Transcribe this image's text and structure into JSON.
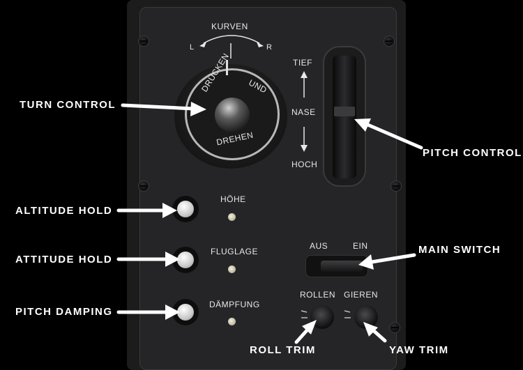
{
  "panel": {
    "kurven": "KURVEN",
    "left": "L",
    "right": "R",
    "knob_top": "DRÜCKEN",
    "knob_und": "UND",
    "knob_bottom": "DREHEN",
    "tief": "TIEF",
    "nase": "NASE",
    "hoch": "HOCH",
    "hoehe": "HÖHE",
    "fluglage": "FLUGLAGE",
    "daempfung": "DÄMPFUNG",
    "aus": "AUS",
    "ein": "EIN",
    "rollen": "ROLLEN",
    "gieren": "GIEREN"
  },
  "callouts": {
    "turn_control": "TURN CONTROL",
    "pitch_control": "PITCH CONTROL",
    "altitude_hold": "ALTITUDE HOLD",
    "attitude_hold": "ATTITUDE HOLD",
    "pitch_damping": "PITCH DAMPING",
    "main_switch": "MAIN SWITCH",
    "roll_trim": "ROLL TRIM",
    "yaw_trim": "YAW TRIM"
  },
  "colors": {
    "panel": "#252527",
    "bezel": "#1c1c1d",
    "label": "#e8e8e8",
    "callout": "#ffffff"
  }
}
